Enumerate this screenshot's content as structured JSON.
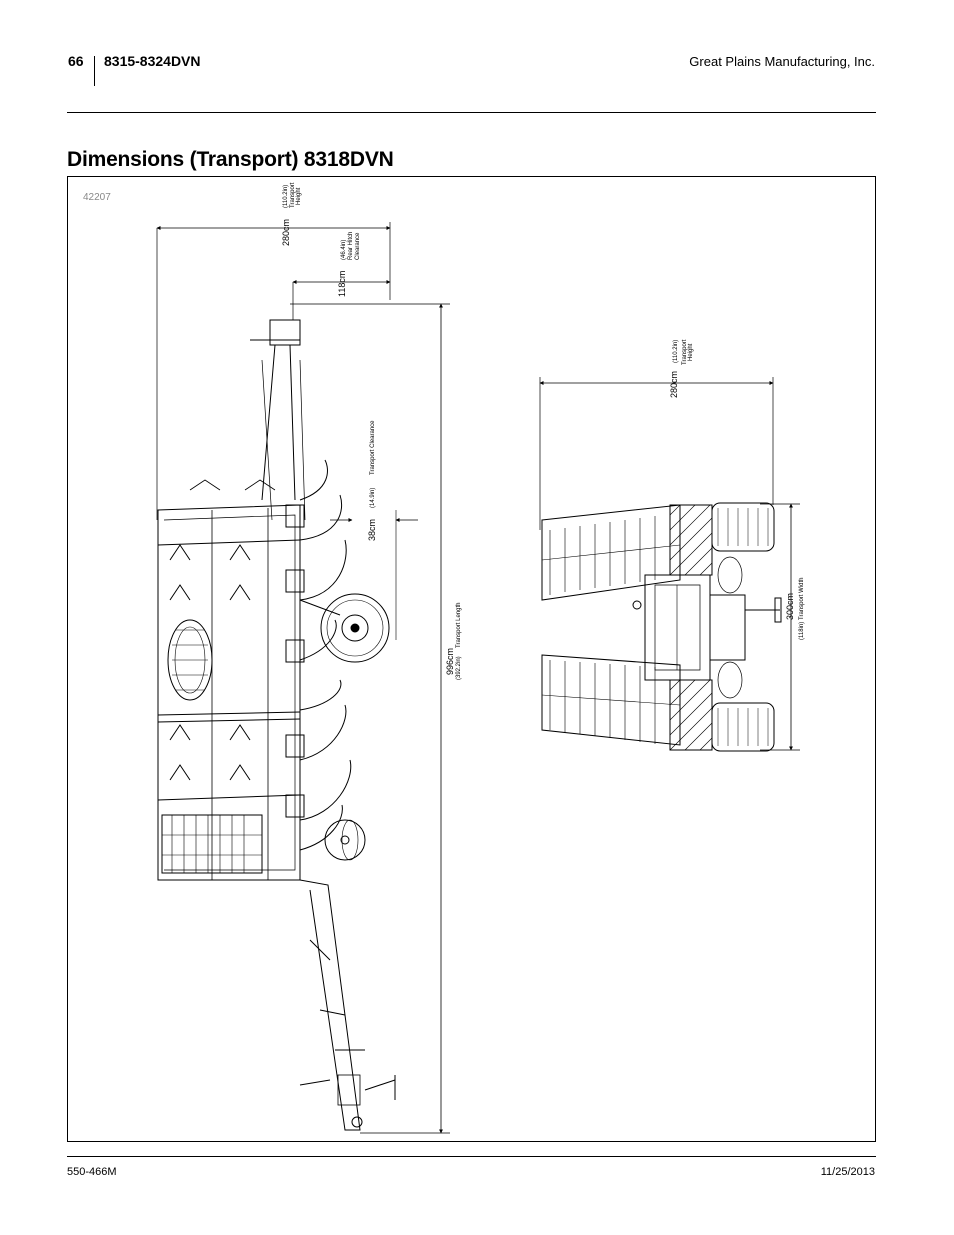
{
  "header": {
    "page_number": "66",
    "model": "8315-8324DVN",
    "company": "Great Plains Manufacturing, Inc."
  },
  "title": "Dimensions (Transport) 8318DVN",
  "figure": {
    "number": "42207",
    "side_view": {
      "transport_height_value": "280cm",
      "transport_height_in": "(110.2in)",
      "transport_height_label1": "Transport",
      "transport_height_label2": "Height",
      "hitch_clearance_value": "118cm",
      "hitch_clearance_in": "(46.4in)",
      "hitch_clearance_label1": "Rear Hitch",
      "hitch_clearance_label2": "Clearance",
      "transport_clearance_value": "38cm",
      "transport_clearance_in": "(14.9in)",
      "transport_clearance_label": "Transport Clearance",
      "transport_length_value": "996cm",
      "transport_length_in": "(392.2in)",
      "transport_length_label": "Transport Length"
    },
    "rear_view": {
      "transport_height_value": "280cm",
      "transport_height_in": "(110.2in)",
      "transport_height_label1": "Transport",
      "transport_height_label2": "Height",
      "transport_width_value": "300cm",
      "transport_width_in": "(118in)",
      "transport_width_label": "Transport Width"
    }
  },
  "footer": {
    "doc_number": "550-466M",
    "date": "11/25/2013"
  }
}
